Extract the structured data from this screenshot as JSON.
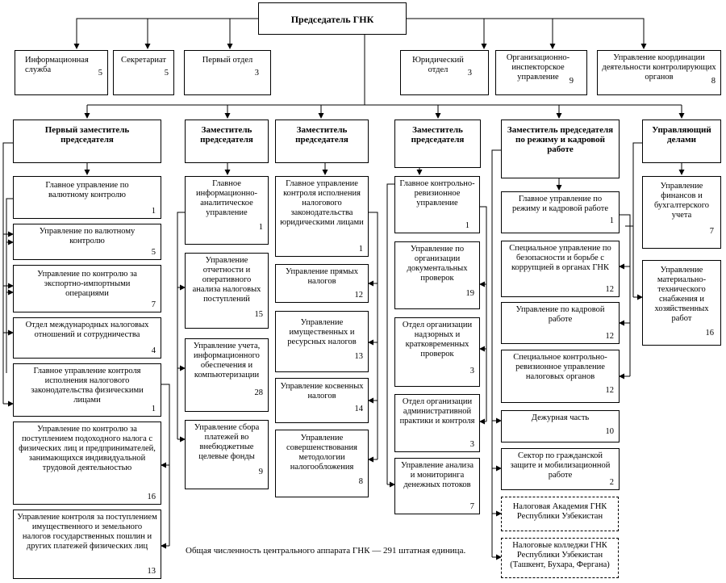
{
  "chairman": "Председатель ГНК",
  "top_units": [
    {
      "label": "Информационная служба",
      "num": "5"
    },
    {
      "label": "Секретариат",
      "num": "5"
    },
    {
      "label": "Первый отдел",
      "num": "3"
    },
    {
      "label": "Юридический отдел",
      "num": "3"
    },
    {
      "label": "Организационно-инспекторское управление",
      "num": "9"
    },
    {
      "label": "Управление координации деятельности контролирующих органов",
      "num": "8"
    }
  ],
  "deputies": [
    {
      "label": "Первый заместитель председателя"
    },
    {
      "label": "Заместитель председателя"
    },
    {
      "label": "Заместитель председателя"
    },
    {
      "label": "Заместитель председателя"
    },
    {
      "label": "Заместитель председателя по режиму и кадровой работе"
    },
    {
      "label": "Управляющий делами"
    }
  ],
  "col1": [
    {
      "label": "Главное управление по валютному контролю",
      "num": "1"
    },
    {
      "label": "Управление по валютному контролю",
      "num": "5"
    },
    {
      "label": "Управление по контролю за экспортно-импортными операциями",
      "num": "7"
    },
    {
      "label": "Отдел международных налоговых отношений и сотрудничества",
      "num": "4"
    },
    {
      "label": "Главное управление контроля исполнения налогового законодательства физическими лицами",
      "num": "1"
    },
    {
      "label": "Управление по контролю за поступлением подоходного налога с физических лиц и предпринимателей, занимающихся индивидуальной трудовой деятельностью",
      "num": "16"
    },
    {
      "label": "Управление контроля за поступлением имущественного и земельного налогов государственных пошлин и других платежей физических лиц",
      "num": "13"
    }
  ],
  "col2": [
    {
      "label": "Главное информационно-аналитическое управление",
      "num": "1"
    },
    {
      "label": "Управление отчетности и оперативного анализа налоговых поступлений",
      "num": "15"
    },
    {
      "label": "Управление учета, информационного обеспечения и компьютеризации",
      "num": "28"
    },
    {
      "label": "Управление сбора платежей во внебюджетные целевые фонды",
      "num": "9"
    }
  ],
  "col3": [
    {
      "label": "Главное управление контроля исполнения налогового законодательства юридическими лицами",
      "num": "1"
    },
    {
      "label": "Управление прямых налогов",
      "num": "12"
    },
    {
      "label": "Управление имущественных и ресурсных налогов",
      "num": "13"
    },
    {
      "label": "Управление косвенных налогов",
      "num": "14"
    },
    {
      "label": "Управление совершенствования методологии налогообложения",
      "num": "8"
    }
  ],
  "col4": [
    {
      "label": "Главное контрольно-ревизионное управление",
      "num": "1"
    },
    {
      "label": "Управление по организации документальных проверок",
      "num": "19"
    },
    {
      "label": "Отдел организации надзорных и кратковременных проверок",
      "num": "3"
    },
    {
      "label": "Отдел организации административной практики и контроля",
      "num": "3"
    },
    {
      "label": "Управление анализа и мониторинга денежных потоков",
      "num": "7"
    }
  ],
  "col5": [
    {
      "label": "Главное управление по режиму и кадровой работе",
      "num": "1"
    },
    {
      "label": "Специальное управление по безопасности и борьбе с коррупцией в органах ГНК",
      "num": "12"
    },
    {
      "label": "Управление по кадровой работе",
      "num": "12"
    },
    {
      "label": "Специальное контрольно-ревизионное управление налоговых органов",
      "num": "12"
    },
    {
      "label": "Дежурная часть",
      "num": "10"
    },
    {
      "label": "Сектор по гражданской защите и мобилизационной работе",
      "num": "2"
    },
    {
      "label": "Налоговая Академия ГНК Республики Узбекистан"
    },
    {
      "label": "Налоговые колледжи ГНК Республики Узбекистан (Ташкент, Бухара, Фергана)"
    }
  ],
  "col6": [
    {
      "label": "Управление финансов и бухгалтерского учета",
      "num": "7"
    },
    {
      "label": "Управление материально-технического снабжения и хозяйственных работ",
      "num": "16"
    }
  ],
  "footnote": "Общая численность центрального аппарата ГНК — 291 штатная единица."
}
